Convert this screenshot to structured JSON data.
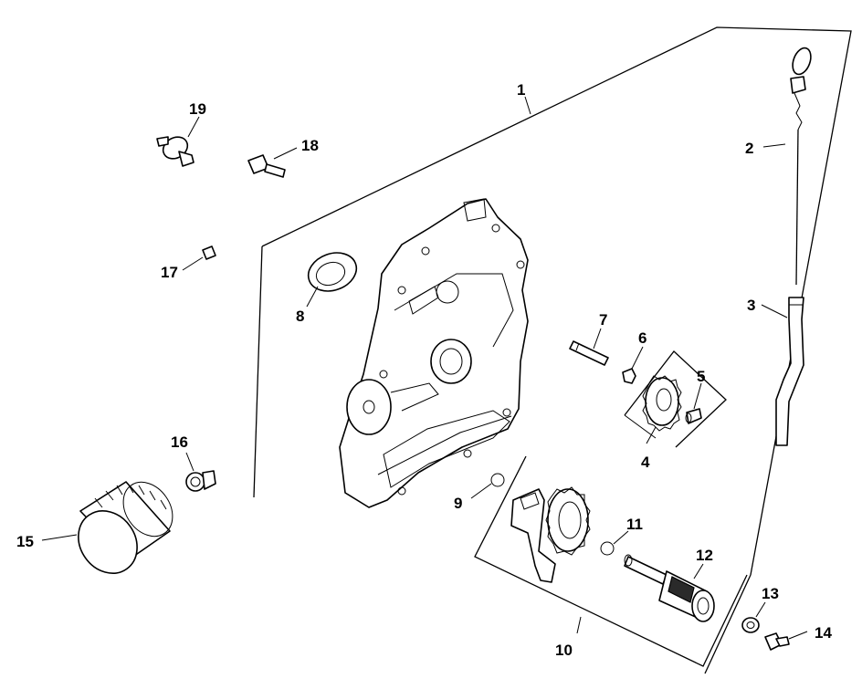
{
  "diagram": {
    "style": "exploded-parts-illustration",
    "colors": {
      "ink": "#000000",
      "paper": "#ffffff"
    },
    "callouts": [
      {
        "id": "c1",
        "label": "1"
      },
      {
        "id": "c2",
        "label": "2"
      },
      {
        "id": "c3",
        "label": "3"
      },
      {
        "id": "c4",
        "label": "4"
      },
      {
        "id": "c5",
        "label": "5"
      },
      {
        "id": "c6",
        "label": "6"
      },
      {
        "id": "c7",
        "label": "7"
      },
      {
        "id": "c8",
        "label": "8"
      },
      {
        "id": "c9",
        "label": "9"
      },
      {
        "id": "c10",
        "label": "10"
      },
      {
        "id": "c11",
        "label": "11"
      },
      {
        "id": "c12",
        "label": "12"
      },
      {
        "id": "c13",
        "label": "13"
      },
      {
        "id": "c14",
        "label": "14"
      },
      {
        "id": "c15",
        "label": "15"
      },
      {
        "id": "c16",
        "label": "16"
      },
      {
        "id": "c17",
        "label": "17"
      },
      {
        "id": "c18",
        "label": "18"
      },
      {
        "id": "c19",
        "label": "19"
      }
    ]
  }
}
